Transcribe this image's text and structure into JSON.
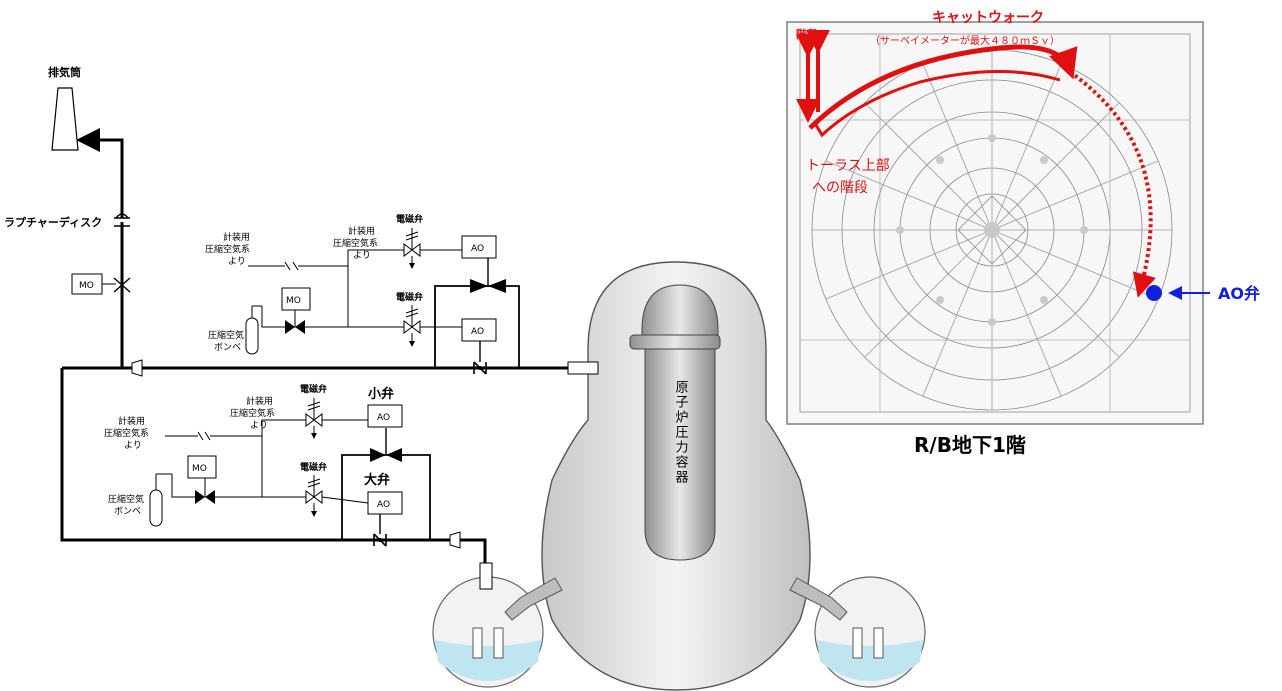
{
  "labels": {
    "stack": "排気筒",
    "rupture_disk": "ラプチャーディスク",
    "mo": "MO",
    "ao": "AO",
    "solenoid": "電磁弁",
    "instr_air_1": "計装用",
    "instr_air_2": "圧縮空気系",
    "instr_air_3": "より",
    "cylinder_1": "圧縮空気",
    "cylinder_2": "ボンベ",
    "small_valve": "小弁",
    "large_valve": "大弁",
    "rpv": "原子炉圧力容器"
  },
  "map": {
    "catwalk": "キャットウォーク",
    "catwalk_note": "（サーベイメーターが最大４８０ｍＳｖ）",
    "stairs": "階段",
    "torus_stairs_1": "トーラス上部",
    "torus_stairs_2": "への階段",
    "ao_valve": "AO弁",
    "floor": "R/B地下1階"
  },
  "colors": {
    "route": "#e01010",
    "valve_marker": "#1020e0"
  }
}
